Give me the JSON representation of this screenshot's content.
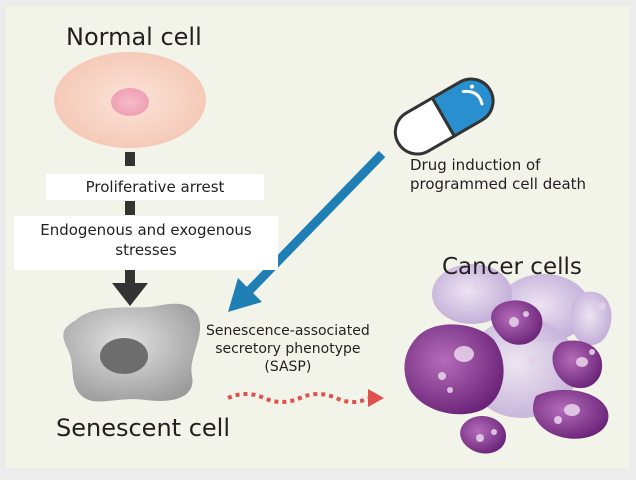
{
  "labels": {
    "normal_cell": "Normal cell",
    "proliferative_arrest": "Proliferative arrest",
    "stresses_line1": "Endogenous and exogenous",
    "stresses_line2": "stresses",
    "drug_line1": "Drug induction of",
    "drug_line2": "programmed cell death",
    "cancer_cells": "Cancer cells",
    "sasp_line1": "Senescence-associated",
    "sasp_line2": "secretory phenotype",
    "sasp_line3": "(SASP)",
    "senescent_cell": "Senescent cell"
  },
  "colors": {
    "background": "#f2f4e9",
    "normal_cell_fill": "#f8d4c4",
    "normal_cell_nucleus": "#f2a7b9",
    "senescent_cell_fill": "#b9b9b9",
    "senescent_nucleus": "#6f6f6f",
    "drug_arrow": "#1f7fb5",
    "capsule_blue": "#2a8fce",
    "sasp_dots": "#e0514b",
    "cancer_purple_dark": "#7b2d84",
    "cancer_purple_light": "#c9b5dc"
  }
}
